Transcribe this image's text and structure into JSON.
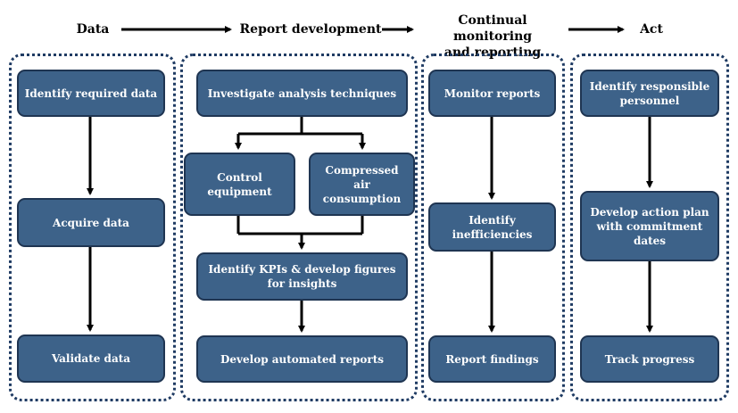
{
  "stages": [
    {
      "id": "data",
      "title": "Data"
    },
    {
      "id": "report",
      "title": "Report development"
    },
    {
      "id": "monitor",
      "title": "Continual monitoring\nand reporting"
    },
    {
      "id": "act",
      "title": "Act"
    }
  ],
  "columns": {
    "data": {
      "steps": [
        "Identify required data",
        "Acquire data",
        "Validate data"
      ]
    },
    "report": {
      "top": "Investigate analysis techniques",
      "branch_left": "Control\nequipment",
      "branch_right": "Compressed air\nconsumption",
      "kpi": "Identify KPIs & develop figures\nfor insights",
      "bottom": "Develop automated reports"
    },
    "monitor": {
      "steps": [
        "Monitor reports",
        "Identify\ninefficiencies",
        "Report findings"
      ]
    },
    "act": {
      "steps": [
        "Identify responsible\npersonnel",
        "Develop action plan\nwith commitment\ndates",
        "Track progress"
      ]
    }
  },
  "colors": {
    "box_fill": "#3d6289",
    "box_border": "#1f3552",
    "panel_border": "#1f3b63",
    "arrow": "#000000"
  }
}
